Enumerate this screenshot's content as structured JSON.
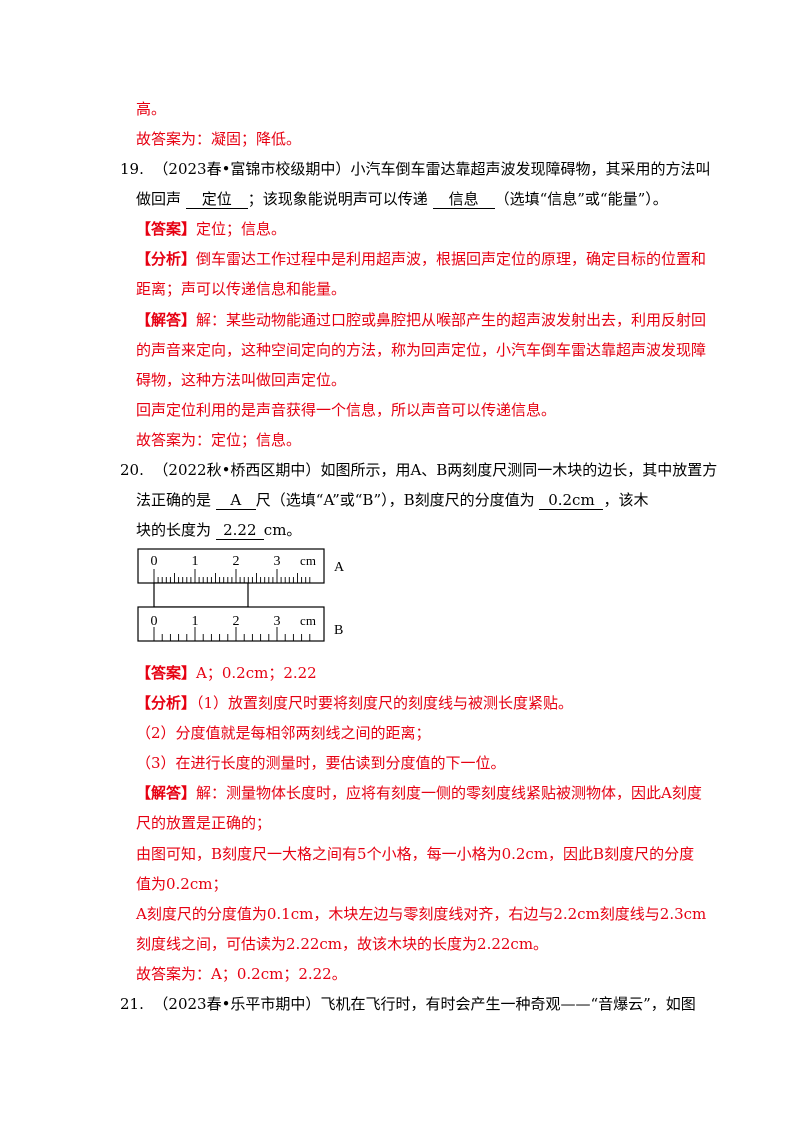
{
  "lines": {
    "l1": "高。",
    "l2": "故答案为：凝固；降低。",
    "q19": {
      "num": "19.",
      "src": "（2023春•富锦市校级期中）",
      "text1": "小汽车倒车雷达靠超声波发现障碍物，其采用的方法叫",
      "text2a": "做回声",
      "blank1": "定位",
      "text2b": "；该现象能说明声可以传递",
      "blank2": "信息",
      "text2c": "（选填“信息”或“能量”）。",
      "ans_label": "【答案】",
      "ans": "定位；信息。",
      "ana_label": "【分析】",
      "ana1": "倒车雷达工作过程中是利用超声波，根据回声定位的原理，确定目标的位置和",
      "ana2": "距离；声可以传递信息和能量。",
      "sol_label": "【解答】",
      "sol1": "解：某些动物能通过口腔或鼻腔把从喉部产生的超声波发射出去，利用反射回",
      "sol2": "的声音来定向，这种空间定向的方法，称为回声定位，小汽车倒车雷达靠超声波发现障",
      "sol3": "碍物，这种方法叫做回声定位。",
      "sol4": "回声定位利用的是声音获得一个信息，所以声音可以传递信息。",
      "final": "故答案为：定位；信息。"
    },
    "q20": {
      "num": "20.",
      "src": "（2022秋•桥西区期中）",
      "text1": "如图所示，用A、B两刻度尺测同一木块的边长，其中放置方",
      "text2a": "法正确的是",
      "blank1": "A",
      "text2b": "尺（选填“A”或“B”），B刻度尺的分度值为",
      "blank2": "0.2cm",
      "text2c": "，该木",
      "text3a": "块的长度为",
      "blank3": "2.22",
      "text3b": "cm。",
      "ans_label": "【答案】",
      "ans": "A；0.2cm；2.22",
      "ana_label": "【分析】",
      "ana1": "（1）放置刻度尺时要将刻度尺的刻度线与被测长度紧贴。",
      "ana2": "（2）分度值就是每相邻两刻线之间的距离；",
      "ana3": "（3）在进行长度的测量时，要估读到分度值的下一位。",
      "sol_label": "【解答】",
      "sol1": "解：测量物体长度时，应将有刻度一侧的零刻度线紧贴被测物体，因此A刻度",
      "sol2": "尺的放置是正确的；",
      "sol3": "由图可知，B刻度尺一大格之间有5个小格，每一小格为0.2cm，因此B刻度尺的分度",
      "sol4": "值为0.2cm；",
      "sol5": "A刻度尺的分度值为0.1cm，木块左边与零刻度线对齐，右边与2.2cm刻度线与2.3cm",
      "sol6": "刻度线之间，可估读为2.22cm，故该木块的长度为2.22cm。",
      "final": "故答案为：A；0.2cm；2.22。"
    },
    "q21": {
      "num": "21.",
      "src": "（2023春•乐平市期中）",
      "text1": "飞机在飞行时，有时会产生一种奇观——“音爆云”，如图"
    }
  },
  "figure": {
    "ruler_a_label": "A",
    "ruler_b_label": "B",
    "unit": "cm",
    "tick_labels": [
      "0",
      "1",
      "2",
      "3"
    ]
  }
}
